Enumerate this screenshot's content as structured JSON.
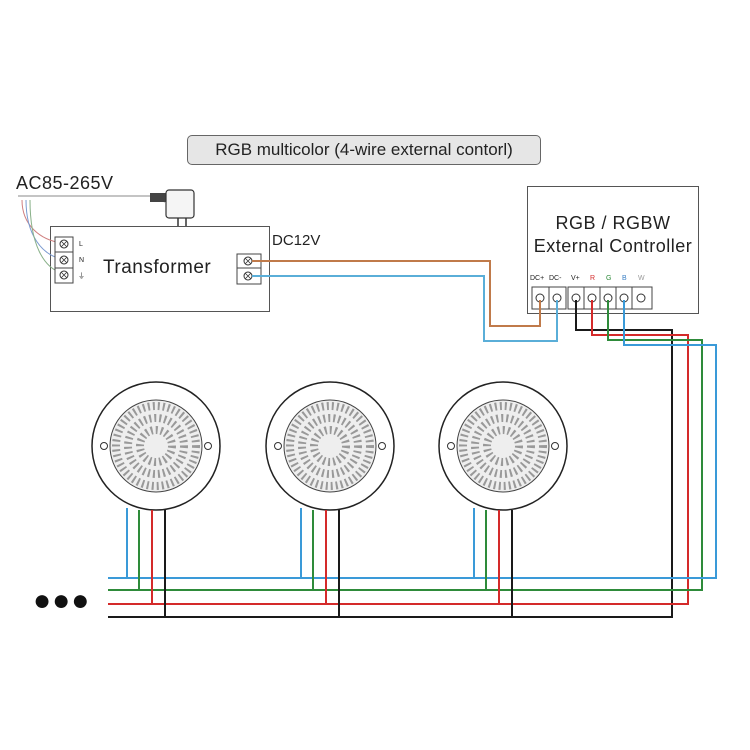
{
  "title": "RGB multicolor (4-wire external contorl)",
  "ac_input": "AC85-265V",
  "dc_output": "DC12V",
  "transformer": {
    "label": "Transformer",
    "terminals": [
      "L",
      "N",
      "⏚"
    ]
  },
  "controller": {
    "line1": "RGB / RGBW",
    "line2": "External Controller",
    "terminals": [
      {
        "label": "DC+",
        "color": "#222222"
      },
      {
        "label": "DC-",
        "color": "#222222"
      },
      {
        "label": "V+",
        "color": "#222222"
      },
      {
        "label": "R",
        "color": "#d42a2a"
      },
      {
        "label": "G",
        "color": "#2e8b3a"
      },
      {
        "label": "B",
        "color": "#3a7fc4"
      },
      {
        "label": "W",
        "color": "#999999"
      }
    ]
  },
  "wire_colors": {
    "dc_plus": "#c07a4a",
    "dc_minus": "#5aaed8",
    "v_plus": "#1a1a1a",
    "red": "#d42a2a",
    "green": "#2e8b3a",
    "blue": "#3a9ad8"
  },
  "continuation": "●●●"
}
